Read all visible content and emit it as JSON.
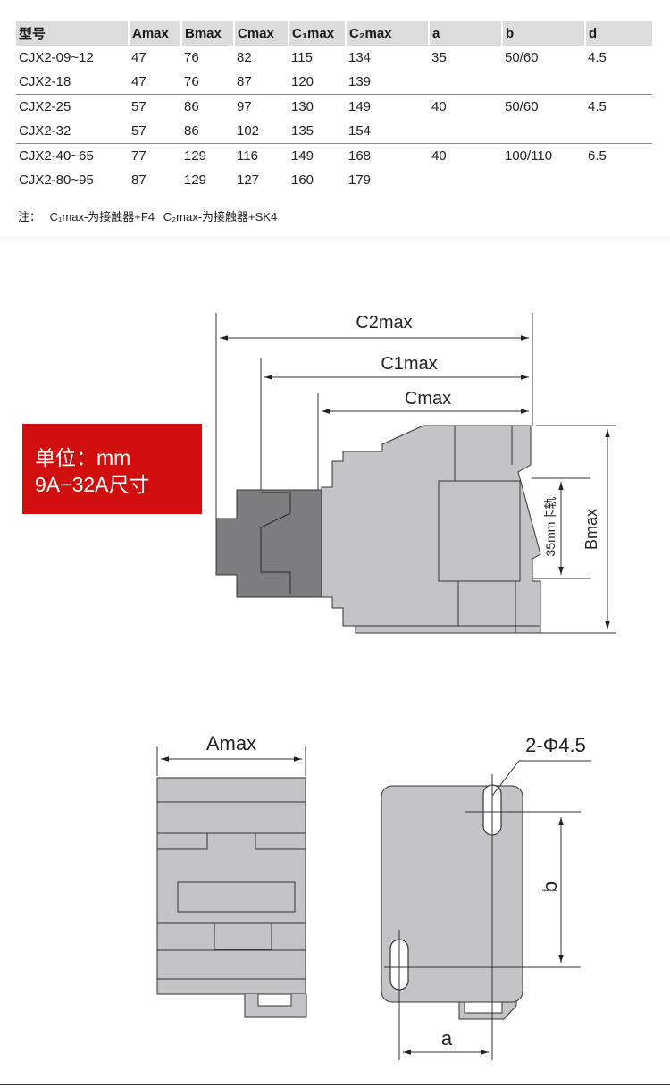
{
  "table": {
    "headers": [
      "型号",
      "Amax",
      "Bmax",
      "Cmax",
      "C₁max",
      "C₂max",
      "a",
      "b",
      "d"
    ],
    "rows": [
      [
        "CJX2-09~12",
        "47",
        "76",
        "82",
        "115",
        "134",
        "35",
        "50/60",
        "4.5"
      ],
      [
        "CJX2-18",
        "47",
        "76",
        "87",
        "120",
        "139",
        "",
        "",
        ""
      ],
      [
        "CJX2-25",
        "57",
        "86",
        "97",
        "130",
        "149",
        "40",
        "50/60",
        "4.5"
      ],
      [
        "CJX2-32",
        "57",
        "86",
        "102",
        "135",
        "154",
        "",
        "",
        ""
      ],
      [
        "CJX2-40~65",
        "77",
        "129",
        "116",
        "149",
        "168",
        "40",
        "100/110",
        "6.5"
      ],
      [
        "CJX2-80~95",
        "87",
        "129",
        "127",
        "160",
        "179",
        "",
        "",
        ""
      ]
    ]
  },
  "note": {
    "prefix": "注：",
    "c1": "C₁max-为接触器+F4",
    "c2": "C₂max-为接触器+SK4"
  },
  "badge": {
    "line1": "单位：mm",
    "line2": "9A−32A尺寸"
  },
  "side_view": {
    "c2max": "C2max",
    "c1max": "C1max",
    "cmax": "Cmax",
    "bmax": "Bmax",
    "rail": "35mm卡轨"
  },
  "front_view": {
    "amax": "Amax",
    "hole": "2-Φ4.5",
    "b": "b",
    "a": "a"
  },
  "colors": {
    "body_gray": "#c4c4c6",
    "dark_gray": "#7d7d7f",
    "badge_red": "#d10e0e"
  }
}
